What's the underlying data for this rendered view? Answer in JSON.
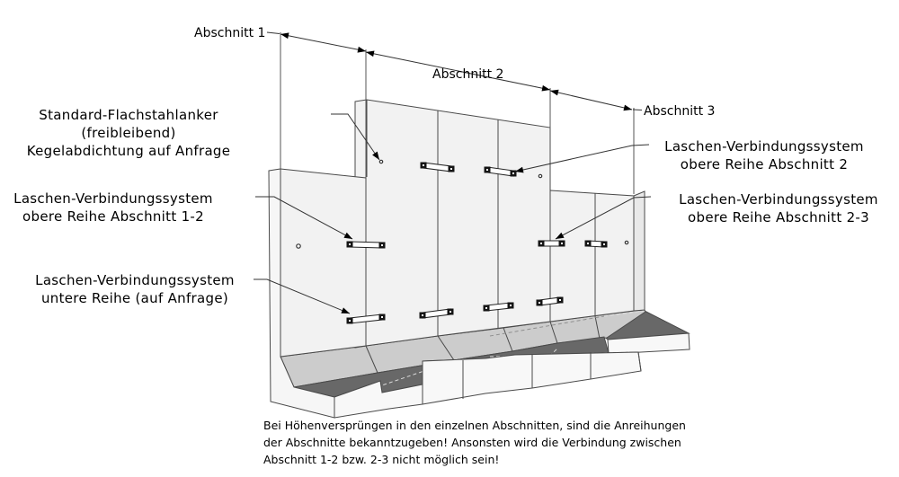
{
  "colors": {
    "background": "#ffffff",
    "wall_face": "#f2f2f2",
    "wall_side": "#e9e9e9",
    "haunch": "#cccccc",
    "footing_top": "#686868",
    "footing_front": "#f8f8f8",
    "outline": "#4a4a4a",
    "text": "#000000"
  },
  "dimensions": {
    "abschnitt1": "Abschnitt 1",
    "abschnitt2": "Abschnitt 2",
    "abschnitt3": "Abschnitt 3"
  },
  "callouts": {
    "anchor": {
      "lines": [
        "Standard-Flachstahlanker",
        "(freibleibend)",
        "Kegelabdichtung auf Anfrage"
      ]
    },
    "left_upper": {
      "lines": [
        "Laschen-Verbindungssystem",
        "obere Reihe Abschnitt 1-2"
      ]
    },
    "left_lower": {
      "lines": [
        "Laschen-Verbindungssystem",
        "untere Reihe (auf Anfrage)"
      ]
    },
    "right_upper": {
      "lines": [
        "Laschen-Verbindungssystem",
        "obere Reihe Abschnitt 2"
      ]
    },
    "right_lower": {
      "lines": [
        "Laschen-Verbindungssystem",
        "obere Reihe Abschnitt 2-3"
      ]
    }
  },
  "note": {
    "lines": [
      "Bei Höhenversprüngen in den einzelnen Abschnitten, sind die Anreihungen",
      "der Abschnitte bekanntzugeben! Ansonsten wird die Verbindung zwischen",
      "Abschnitt 1-2 bzw. 2-3 nicht möglich sein!"
    ]
  }
}
